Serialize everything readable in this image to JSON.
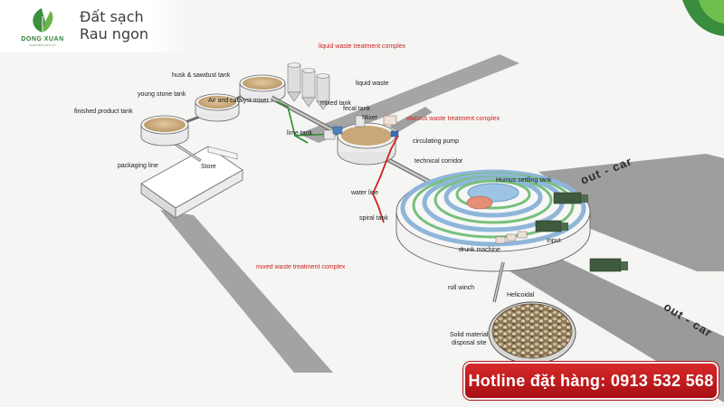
{
  "brand": {
    "logo_text": "DONG XUAN",
    "logo_subtext": "PHÂN BÓN HỮU CƠ",
    "slogan_line1": "Đất sạch",
    "slogan_line2": "Rau ngon"
  },
  "labels": {
    "liquid_complex": "liquid waste treatment complex",
    "husk_tank": "husk & sawdust tank",
    "liquid_waste": "liquid waste",
    "young_stone_tank": "young stone tank",
    "air_catalyst_mixer": "Air and catalyst mixer",
    "mixed_tank": "mixed tank",
    "fecal_tank": "fecal tank",
    "finished_product_tank": "finished product tank",
    "mixer": "Mixer",
    "viscous_complex": "viscous waste treatment complex",
    "lime_tank": "lime tank",
    "circulating_pump": "circulating pump",
    "technical_corridor": "technical corridor",
    "packaging_line": "packaging line",
    "store": "Store",
    "humus_settling_tank": "Humus settling tank",
    "water_line": "water line",
    "spiral_tank": "spiral tank",
    "input": "Input",
    "drunk_machine": "drunk machine",
    "mixed_complex": "mixed waste treatment complex",
    "roll_winch": "roll winch",
    "helicoidal": "Helicoidal",
    "solid_disposal_line1": "Solid material",
    "solid_disposal_line2": "disposal site",
    "road_out_top": "out - car",
    "road_out_bottom": "out - car"
  },
  "hotline": {
    "text": "Hotline đặt hàng: 0913 532 568"
  },
  "colors": {
    "label_red": "#cc1f1f",
    "brand_green": "#2f7d33",
    "hotline_red": "#c41e24",
    "pipe_green": "#2c8a2c",
    "pipe_red": "#d02020",
    "spiral_blue": "#8fb6d9",
    "compost_tan": "#c9a878",
    "road_gray": "#9b9b9b"
  }
}
